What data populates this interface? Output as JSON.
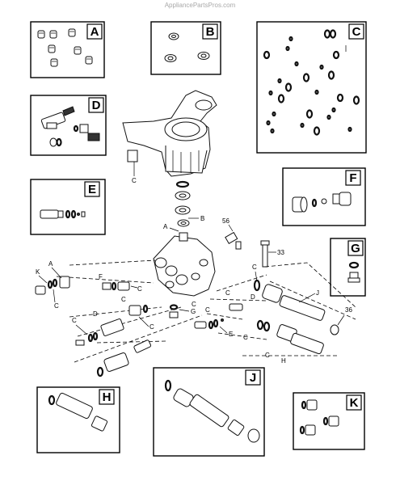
{
  "watermark": "AppliancePartsPros.com",
  "kits": [
    {
      "id": "kit-a",
      "letter": "A"
    },
    {
      "id": "kit-b",
      "letter": "B"
    },
    {
      "id": "kit-c",
      "letter": "C"
    },
    {
      "id": "kit-d",
      "letter": "D"
    },
    {
      "id": "kit-e",
      "letter": "E"
    },
    {
      "id": "kit-f",
      "letter": "F"
    },
    {
      "id": "kit-g",
      "letter": "G"
    },
    {
      "id": "kit-h",
      "letter": "H"
    },
    {
      "id": "kit-j",
      "letter": "J"
    },
    {
      "id": "kit-k",
      "letter": "K"
    }
  ],
  "callouts": {
    "c_housing": "C",
    "a_top": "A",
    "b_top": "B",
    "n56": "56",
    "n33": "33",
    "n36": "36",
    "k_left": "K",
    "a_left": "A",
    "c_left": "C",
    "f_mid": "F",
    "c_f": "C",
    "c_f2": "C",
    "d_mid": "D",
    "c_d": "C",
    "c_d2": "C",
    "g_mid": "G",
    "c_g": "C",
    "c_e": "C",
    "e_mid": "E",
    "c_e2": "C",
    "d_right": "D",
    "c_r1": "C",
    "j_mid": "J",
    "c_r2": "C",
    "c_r3": "C",
    "h_mid": "H"
  }
}
